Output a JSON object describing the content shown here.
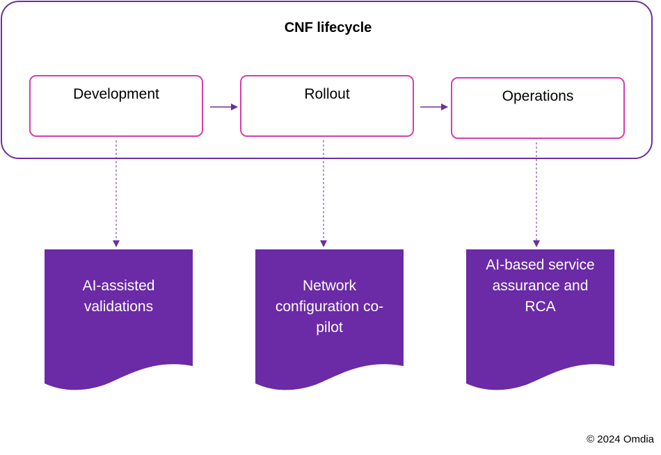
{
  "diagram": {
    "title": "CNF lifecycle",
    "stages": [
      {
        "label": "Development"
      },
      {
        "label": "Rollout"
      },
      {
        "label": "Operations"
      }
    ],
    "outcomes": [
      {
        "line1": "AI-assisted",
        "line2": "validations",
        "line3": ""
      },
      {
        "line1": "Network",
        "line2": "configuration co-",
        "line3": "pilot"
      },
      {
        "line1": "AI-based service",
        "line2": "assurance and",
        "line3": "RCA"
      }
    ],
    "copyright": "© 2024 Omdia"
  },
  "colors": {
    "frame_border": "#6B2FA0",
    "stage_border": "#D63DAE",
    "arrow": "#6B2FA0",
    "document_fill": "#6B2AA6",
    "document_text": "#ffffff"
  }
}
